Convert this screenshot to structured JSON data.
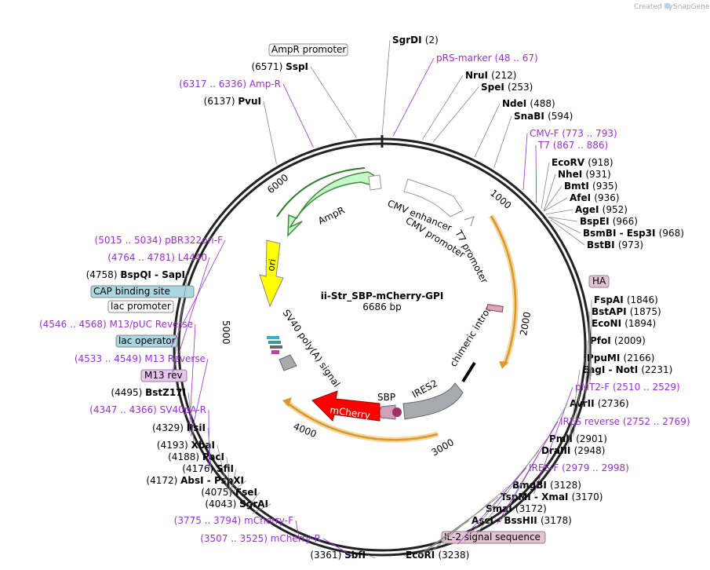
{
  "credit": {
    "text": "Created by",
    "brand": "SnapGene"
  },
  "plasmid": {
    "name": "ii-Str_SBP-mCherry-GPI",
    "length": "6686 bp"
  },
  "colors": {
    "backbone": "#222222",
    "primer": "#9b30d0",
    "cut": "#555555",
    "amp": "#c4f8c8",
    "ori": "#ffff00",
    "mcherry": "#ff0000",
    "ires": "#a5abb0",
    "orf": "#e8a640",
    "sbp": "#d0a0b8"
  },
  "features": {
    "ampr_promoter": "AmpR promoter",
    "ampr": "AmpR",
    "ori": "ori",
    "cmv_enhancer": "CMV enhancer",
    "cmv_promoter": "CMV promoter",
    "t7_promoter": "T7 promoter",
    "chimeric_intron": "chimeric intron",
    "ires2": "IRES2",
    "sbp": "SBP",
    "mcherry": "mCherry",
    "sv40_polya": "SV40 poly(A) signal",
    "ha": "HA",
    "il2": "IL-2 signal sequence",
    "cap": "CAP binding site",
    "lac_promoter": "lac promoter",
    "lac_operator": "lac operator",
    "m13rev": "M13 rev"
  },
  "ticks": [
    "1000",
    "2000",
    "3000",
    "4000",
    "5000",
    "6000"
  ],
  "right_labels": [
    {
      "name": "SgrDI",
      "pos": "(2)"
    },
    {
      "name": "pRS-marker",
      "pos": "(48 .. 67)",
      "primer": true
    },
    {
      "name": "NruI",
      "pos": "(212)"
    },
    {
      "name": "SpeI",
      "pos": "(253)"
    },
    {
      "name": "NdeI",
      "pos": "(488)"
    },
    {
      "name": "SnaBI",
      "pos": "(594)"
    },
    {
      "name": "CMV-F",
      "pos": "(773 .. 793)",
      "primer": true
    },
    {
      "name": "T7",
      "pos": "(867 .. 886)",
      "primer": true
    },
    {
      "name": "EcoRV",
      "pos": "(918)"
    },
    {
      "name": "NheI",
      "pos": "(931)"
    },
    {
      "name": "BmtI",
      "pos": "(935)"
    },
    {
      "name": "AfeI",
      "pos": "(936)"
    },
    {
      "name": "AgeI",
      "pos": "(952)"
    },
    {
      "name": "BspEI",
      "pos": "(966)"
    },
    {
      "name": "BsmBI - Esp3I",
      "pos": "(968)"
    },
    {
      "name": "BstBI",
      "pos": "(973)"
    },
    {
      "name": "FspAI",
      "pos": "(1846)"
    },
    {
      "name": "BstAPI",
      "pos": "(1875)"
    },
    {
      "name": "EcoNI",
      "pos": "(1894)"
    },
    {
      "name": "PfoI",
      "pos": "(2009)"
    },
    {
      "name": "PpuMI",
      "pos": "(2166)"
    },
    {
      "name": "EagI - NotI",
      "pos": "(2231)"
    },
    {
      "name": "pMT2-F",
      "pos": "(2510 .. 2529)",
      "primer": true
    },
    {
      "name": "AvrII",
      "pos": "(2736)"
    },
    {
      "name": "IRES reverse",
      "pos": "(2752 .. 2769)",
      "primer": true
    },
    {
      "name": "PmlI",
      "pos": "(2901)"
    },
    {
      "name": "DraIII",
      "pos": "(2948)"
    },
    {
      "name": "IRES-F",
      "pos": "(2979 .. 2998)",
      "primer": true
    },
    {
      "name": "BmgBI",
      "pos": "(3128)"
    },
    {
      "name": "TspMI - XmaI",
      "pos": "(3170)"
    },
    {
      "name": "SmaI",
      "pos": "(3172)"
    },
    {
      "name": "AscI - BssHII",
      "pos": "(3178)"
    },
    {
      "name": "EcoRI",
      "pos": "(3238)"
    }
  ],
  "left_labels": [
    {
      "name": "SspI",
      "pos": "(6571)"
    },
    {
      "name": "Amp-R",
      "pos": "(6317 .. 6336)",
      "primer": true
    },
    {
      "name": "PvuI",
      "pos": "(6137)"
    },
    {
      "name": "pBR322ori-F",
      "pos": "(5015 .. 5034)",
      "primer": true
    },
    {
      "name": "L4440",
      "pos": "(4764 .. 4781)",
      "primer": true
    },
    {
      "name": "BspQI - SapI",
      "pos": "(4758)"
    },
    {
      "name": "M13/pUC Reverse",
      "pos": "(4546 .. 4568)",
      "primer": true
    },
    {
      "name": "M13 Reverse",
      "pos": "(4533 .. 4549)",
      "primer": true
    },
    {
      "name": "BstZ17I",
      "pos": "(4495)"
    },
    {
      "name": "SV40pA-R",
      "pos": "(4347 .. 4366)",
      "primer": true
    },
    {
      "name": "PsiI",
      "pos": "(4329)"
    },
    {
      "name": "XbaI",
      "pos": "(4193)"
    },
    {
      "name": "PacI",
      "pos": "(4188)"
    },
    {
      "name": "SfiI",
      "pos": "(4176)"
    },
    {
      "name": "AbsI - PspXI",
      "pos": "(4172)"
    },
    {
      "name": "FseI",
      "pos": "(4075)"
    },
    {
      "name": "SgrAI",
      "pos": "(4043)"
    },
    {
      "name": "mCherry-F",
      "pos": "(3775 .. 3794)",
      "primer": true
    },
    {
      "name": "mCherry-R",
      "pos": "(3507 .. 3525)",
      "primer": true
    },
    {
      "name": "SbfI",
      "pos": "(3361)"
    }
  ]
}
